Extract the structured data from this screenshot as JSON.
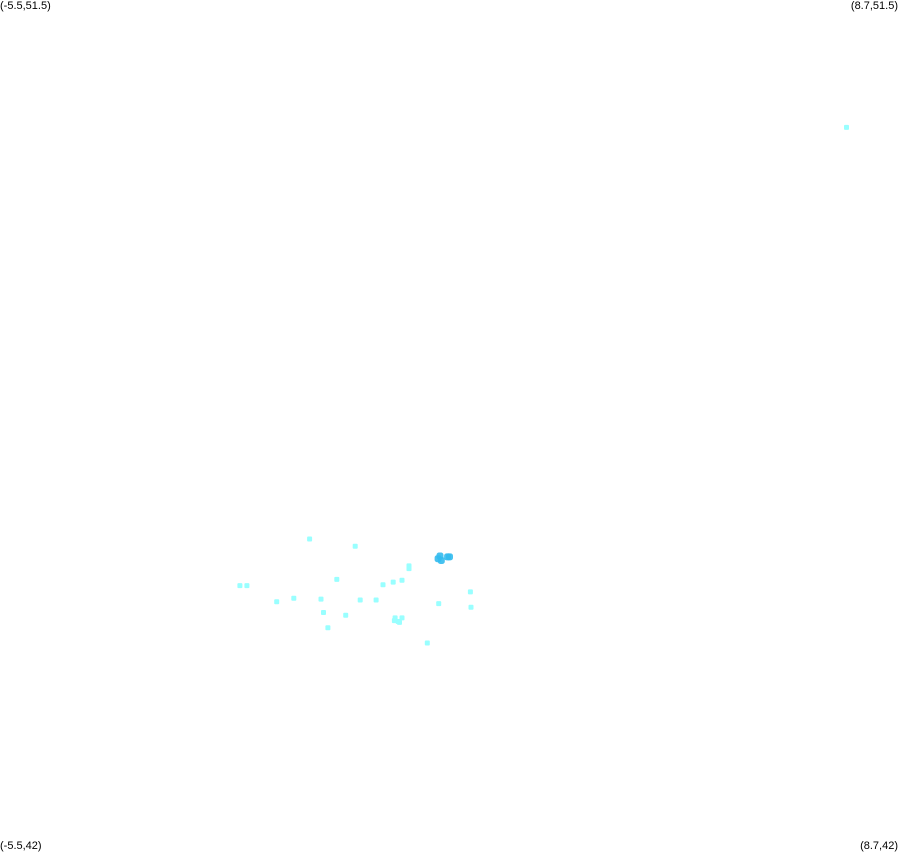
{
  "corners": {
    "top_left": "(-5.5,51.5)",
    "top_right": "(8.7,51.5)",
    "bottom_left": "(-5.5,42)",
    "bottom_right": "(8.7,42)"
  },
  "bounds": {
    "lon_min": -5.5,
    "lon_max": 8.7,
    "lat_min": 42,
    "lat_max": 51.5
  },
  "colors": {
    "light_point": "#99ffff",
    "dark_point": "#33bbee",
    "background": "#ffffff"
  },
  "points": [
    {
      "lon": 7.87,
      "lat": 50.08,
      "shade": "light"
    },
    {
      "lon": -0.61,
      "lat": 45.49,
      "shade": "light"
    },
    {
      "lon": 0.11,
      "lat": 45.41,
      "shade": "light"
    },
    {
      "lon": 1.45,
      "lat": 45.3,
      "shade": "dark"
    },
    {
      "lon": 1.57,
      "lat": 45.29,
      "shade": "dark"
    },
    {
      "lon": 1.6,
      "lat": 45.29,
      "shade": "dark"
    },
    {
      "lon": 1.42,
      "lat": 45.27,
      "shade": "dark"
    },
    {
      "lon": 1.47,
      "lat": 45.25,
      "shade": "dark"
    },
    {
      "lon": 0.96,
      "lat": 45.16,
      "shade": "light"
    },
    {
      "lon": 0.96,
      "lat": 45.19,
      "shade": "light"
    },
    {
      "lon": -0.18,
      "lat": 45.04,
      "shade": "light"
    },
    {
      "lon": 0.85,
      "lat": 45.03,
      "shade": "light"
    },
    {
      "lon": 0.71,
      "lat": 45.01,
      "shade": "light"
    },
    {
      "lon": 0.55,
      "lat": 44.98,
      "shade": "light"
    },
    {
      "lon": -1.71,
      "lat": 44.97,
      "shade": "light"
    },
    {
      "lon": -1.6,
      "lat": 44.97,
      "shade": "light"
    },
    {
      "lon": 1.93,
      "lat": 44.9,
      "shade": "light"
    },
    {
      "lon": -0.86,
      "lat": 44.83,
      "shade": "light"
    },
    {
      "lon": -0.43,
      "lat": 44.82,
      "shade": "light"
    },
    {
      "lon": 0.19,
      "lat": 44.81,
      "shade": "light"
    },
    {
      "lon": 0.44,
      "lat": 44.81,
      "shade": "light"
    },
    {
      "lon": -1.13,
      "lat": 44.79,
      "shade": "light"
    },
    {
      "lon": 1.43,
      "lat": 44.77,
      "shade": "light"
    },
    {
      "lon": 1.94,
      "lat": 44.73,
      "shade": "light"
    },
    {
      "lon": -0.39,
      "lat": 44.67,
      "shade": "light"
    },
    {
      "lon": -0.04,
      "lat": 44.64,
      "shade": "light"
    },
    {
      "lon": 0.74,
      "lat": 44.61,
      "shade": "light"
    },
    {
      "lon": 0.85,
      "lat": 44.61,
      "shade": "light"
    },
    {
      "lon": 0.79,
      "lat": 44.57,
      "shade": "light"
    },
    {
      "lon": 0.73,
      "lat": 44.58,
      "shade": "light"
    },
    {
      "lon": 0.81,
      "lat": 44.56,
      "shade": "light"
    },
    {
      "lon": -0.32,
      "lat": 44.5,
      "shade": "light"
    },
    {
      "lon": 1.25,
      "lat": 44.33,
      "shade": "light"
    }
  ]
}
